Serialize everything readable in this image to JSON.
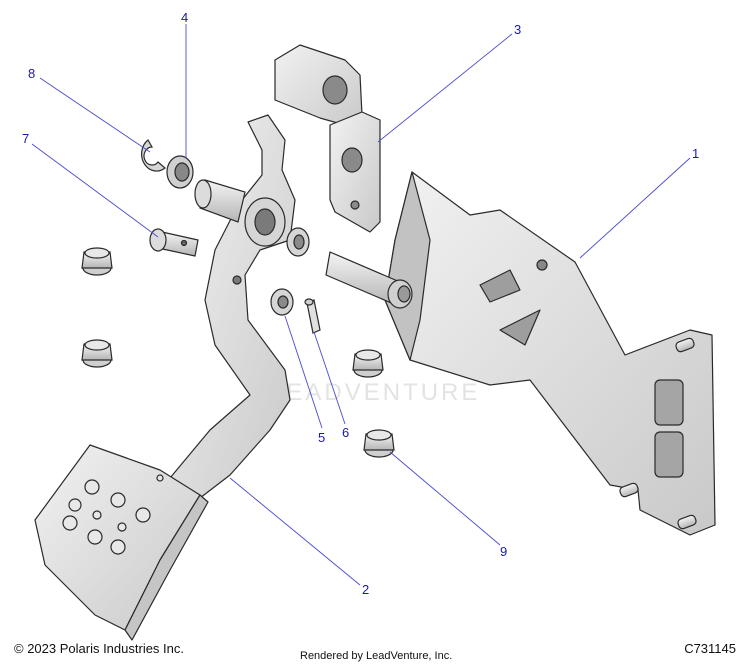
{
  "callouts": {
    "c1": "1",
    "c2": "2",
    "c3": "3",
    "c4": "4",
    "c5": "5",
    "c6": "6",
    "c7": "7",
    "c8": "8",
    "c9": "9"
  },
  "watermark": "LEADVENTURE",
  "footer": {
    "copyright": "© 2023 Polaris Industries Inc.",
    "rendered_by": "Rendered by LeadVenture, Inc.",
    "code": "C731145"
  },
  "colors": {
    "part_fill": "#e6e6e6",
    "part_shade": "#bdbdbd",
    "outline": "#2a2a2a",
    "leader": "#4a4ad0",
    "callout": "#1a1aa6"
  }
}
